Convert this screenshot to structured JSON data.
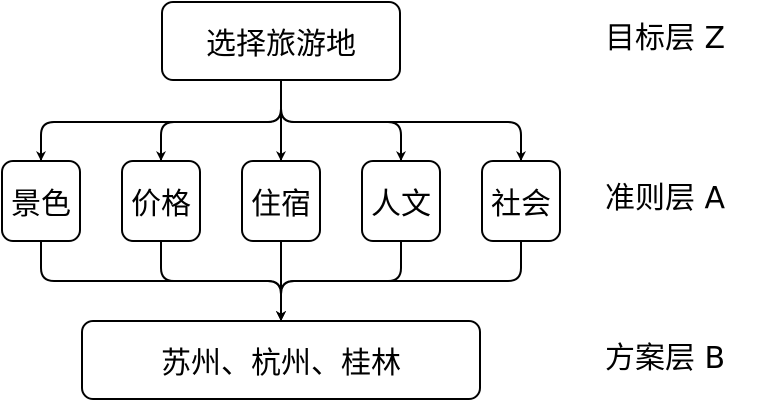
{
  "goal": {
    "label": "选择旅游地"
  },
  "criteria": [
    {
      "label": "景色"
    },
    {
      "label": "价格"
    },
    {
      "label": "住宿"
    },
    {
      "label": "人文"
    },
    {
      "label": "社会"
    }
  ],
  "alternatives": {
    "label": "苏州、杭州、桂林"
  },
  "layers": {
    "goal": "目标层 Z",
    "criteria": "准则层 A",
    "alternatives": "方案层 B"
  },
  "colors": {
    "stroke": "#000000",
    "fill": "#ffffff",
    "text": "#000000"
  }
}
